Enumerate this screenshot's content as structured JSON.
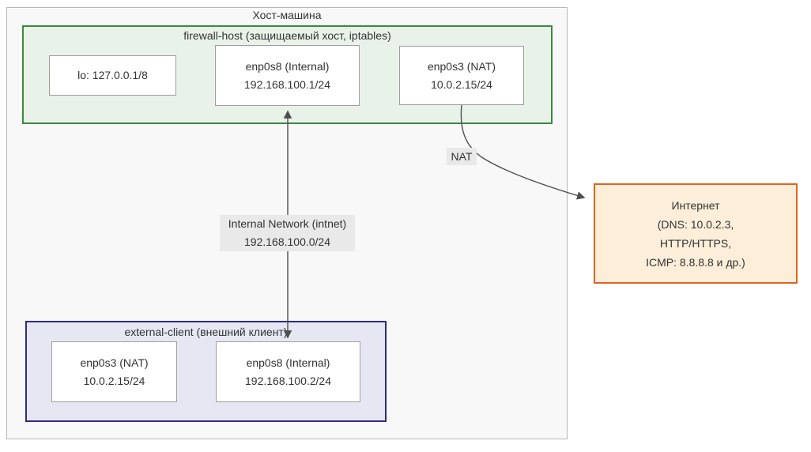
{
  "host": {
    "title": "Хост-машина"
  },
  "firewall": {
    "title": "firewall-host (защищаемый хост, iptables)",
    "nodes": {
      "lo": {
        "line1": "lo: 127.0.0.1/8"
      },
      "enp0s8": {
        "line1": "enp0s8 (Internal)",
        "line2": "192.168.100.1/24"
      },
      "enp0s3": {
        "line1": "enp0s3 (NAT)",
        "line2": "10.0.2.15/24"
      }
    }
  },
  "client": {
    "title": "external-client (внешний клиент)",
    "nodes": {
      "enp0s3": {
        "line1": "enp0s3 (NAT)",
        "line2": "10.0.2.15/24"
      },
      "enp0s8": {
        "line1": "enp0s8 (Internal)",
        "line2": "192.168.100.2/24"
      }
    }
  },
  "internet": {
    "lines": [
      "Интернет",
      "(DNS: 10.0.2.3,",
      "HTTP/HTTPS,",
      "ICMP: 8.8.8.8 и др.)"
    ]
  },
  "edges": {
    "nat_label": "NAT",
    "intnet_label_line1": "Internal Network (intnet)",
    "intnet_label_line2": "192.168.100.0/24"
  },
  "colors": {
    "host_fill": "#f8f8f8",
    "host_border": "#b8b8b8",
    "firewall_fill": "#e9f2e9",
    "firewall_border": "#3a8a3e",
    "client_fill": "#e7e7f4",
    "client_border": "#2c2c81",
    "internet_fill": "#fdeeda",
    "internet_border": "#e2631e",
    "node_border": "#9e9e9e",
    "edge_color": "#4f4f4f",
    "label_fill": "#e9e9e9"
  }
}
